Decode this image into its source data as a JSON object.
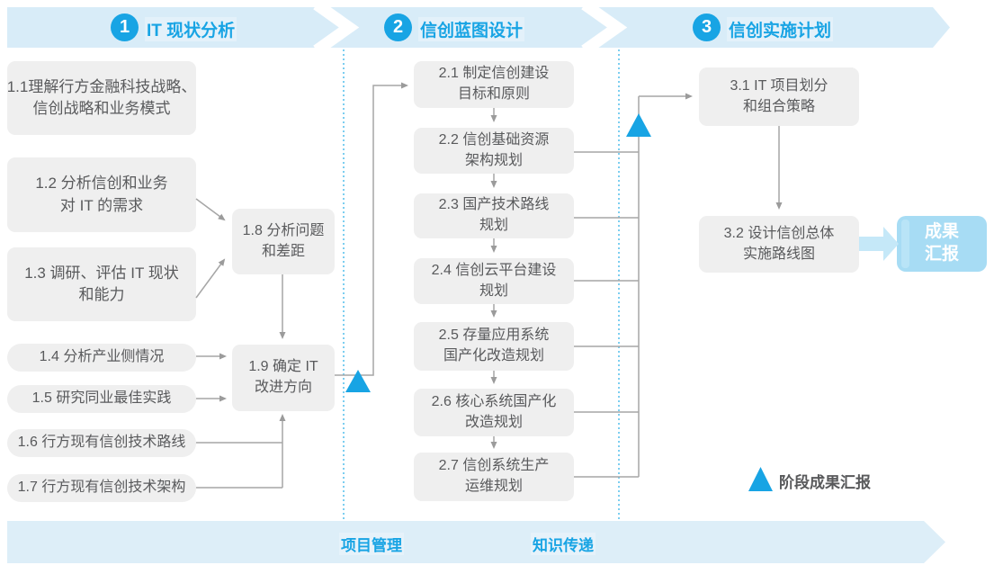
{
  "phases": [
    {
      "num": "1",
      "title": "IT 现状分析"
    },
    {
      "num": "2",
      "title": "信创蓝图设计"
    },
    {
      "num": "3",
      "title": "信创实施计划"
    }
  ],
  "phase1": {
    "b11": {
      "l1": "1.1理解行方金融科技战略、",
      "l2": "信创战略和业务模式"
    },
    "b12": {
      "l1": "1.2 分析信创和业务",
      "l2": "对 IT 的需求"
    },
    "b13": {
      "l1": "1.3 调研、评估 IT 现状",
      "l2": "和能力"
    },
    "b14": {
      "l1": "1.4 分析产业侧情况"
    },
    "b15": {
      "l1": "1.5 研究同业最佳实践"
    },
    "b16": {
      "l1": "1.6 行方现有信创技术路线"
    },
    "b17": {
      "l1": "1.7 行方现有信创技术架构"
    },
    "b18": {
      "l1": "1.8 分析问题",
      "l2": "和差距"
    },
    "b19": {
      "l1": "1.9 确定 IT",
      "l2": "改进方向"
    }
  },
  "phase2": {
    "b21": {
      "l1": "2.1 制定信创建设",
      "l2": "目标和原则"
    },
    "b22": {
      "l1": "2.2 信创基础资源",
      "l2": "架构规划"
    },
    "b23": {
      "l1": "2.3 国产技术路线",
      "l2": "规划"
    },
    "b24": {
      "l1": "2.4 信创云平台建设",
      "l2": "规划"
    },
    "b25": {
      "l1": "2.5 存量应用系统",
      "l2": "国产化改造规划"
    },
    "b26": {
      "l1": "2.6 核心系统国产化",
      "l2": "改造规划"
    },
    "b27": {
      "l1": "2.7 信创系统生产",
      "l2": "运维规划"
    }
  },
  "phase3": {
    "b31": {
      "l1": "3.1 IT 项目划分",
      "l2": "和组合策略"
    },
    "b32": {
      "l1": "3.2 设计信创总体",
      "l2": "实施路线图"
    },
    "result": {
      "l1": "成果",
      "l2": "汇报"
    }
  },
  "legend": {
    "label": "阶段成果汇报"
  },
  "bottom_band": {
    "item1": "项目管理",
    "item2": "知识传递"
  },
  "colors": {
    "accent_blue": "#18a4e4",
    "band_fill": "#d8ecf8",
    "bottom_band_fill": "#ddeef8",
    "node_fill": "#efefef",
    "node_text": "#595a5c",
    "connector_gray": "#a6a6a6",
    "result_fill": "#a7dcf4",
    "thick_arrow_fill": "#c5e8f8"
  }
}
